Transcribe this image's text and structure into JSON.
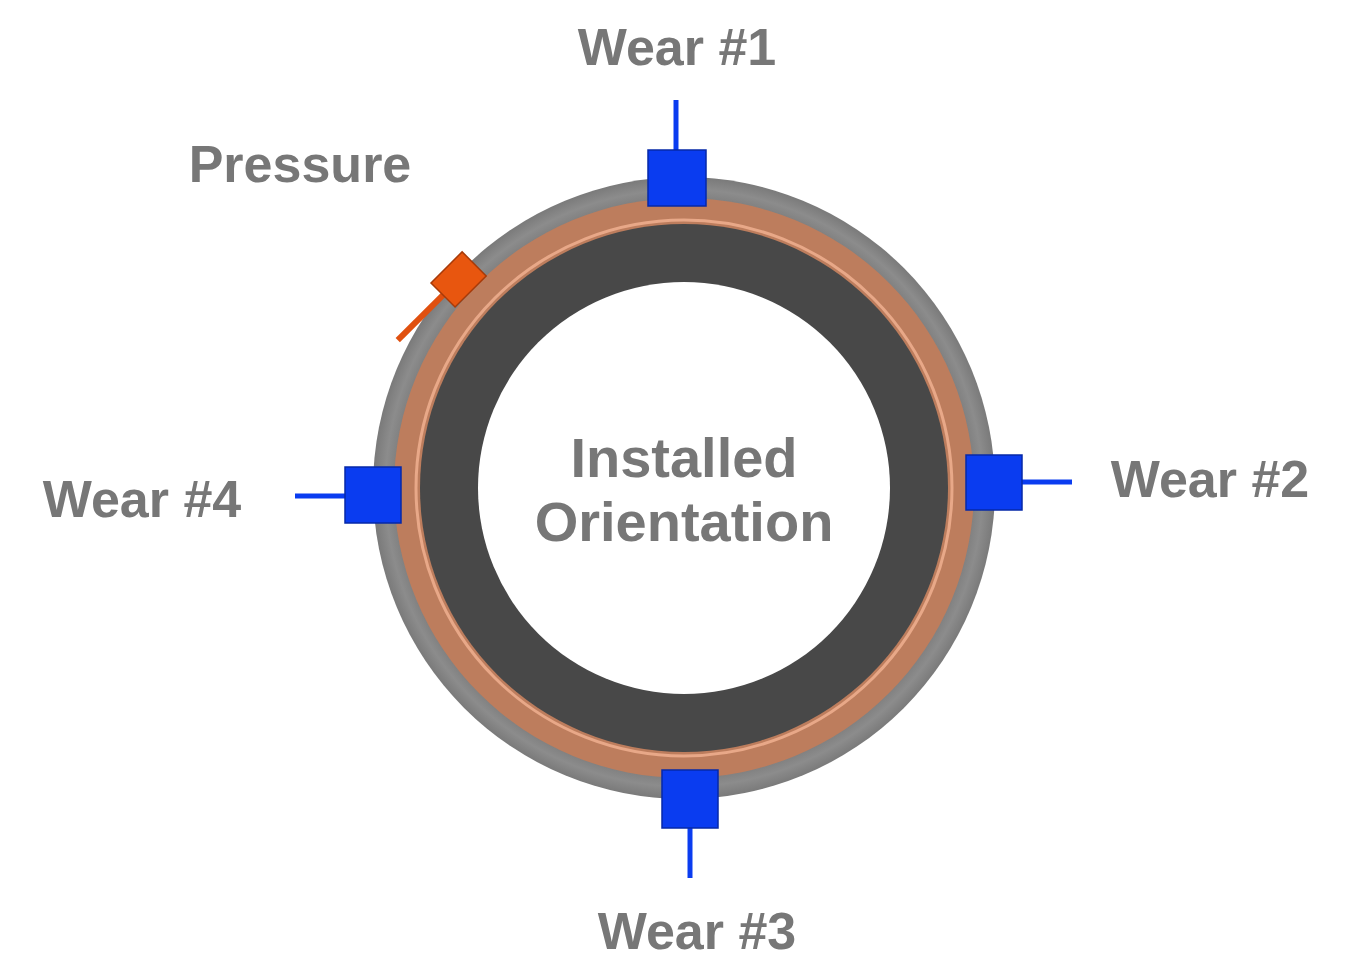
{
  "diagram": {
    "labels": [
      "Wear #1",
      "Pressure",
      "Installed Orientation",
      "Wear #4",
      "Wear #2",
      "Wear #3"
    ]
  }
}
